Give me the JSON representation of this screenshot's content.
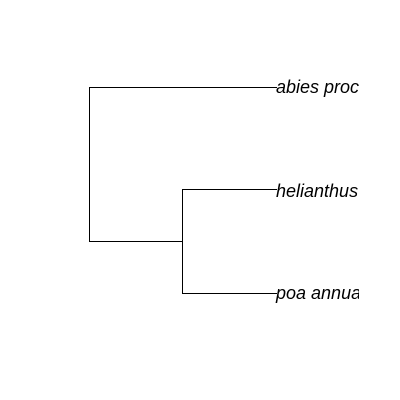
{
  "tree": {
    "line_color": "#000000",
    "background": "#ffffff",
    "tips": [
      {
        "id": "t1",
        "label": "abies procera"
      },
      {
        "id": "t2",
        "label": "helianthus annuus"
      },
      {
        "id": "t3",
        "label": "poa annua"
      }
    ]
  }
}
